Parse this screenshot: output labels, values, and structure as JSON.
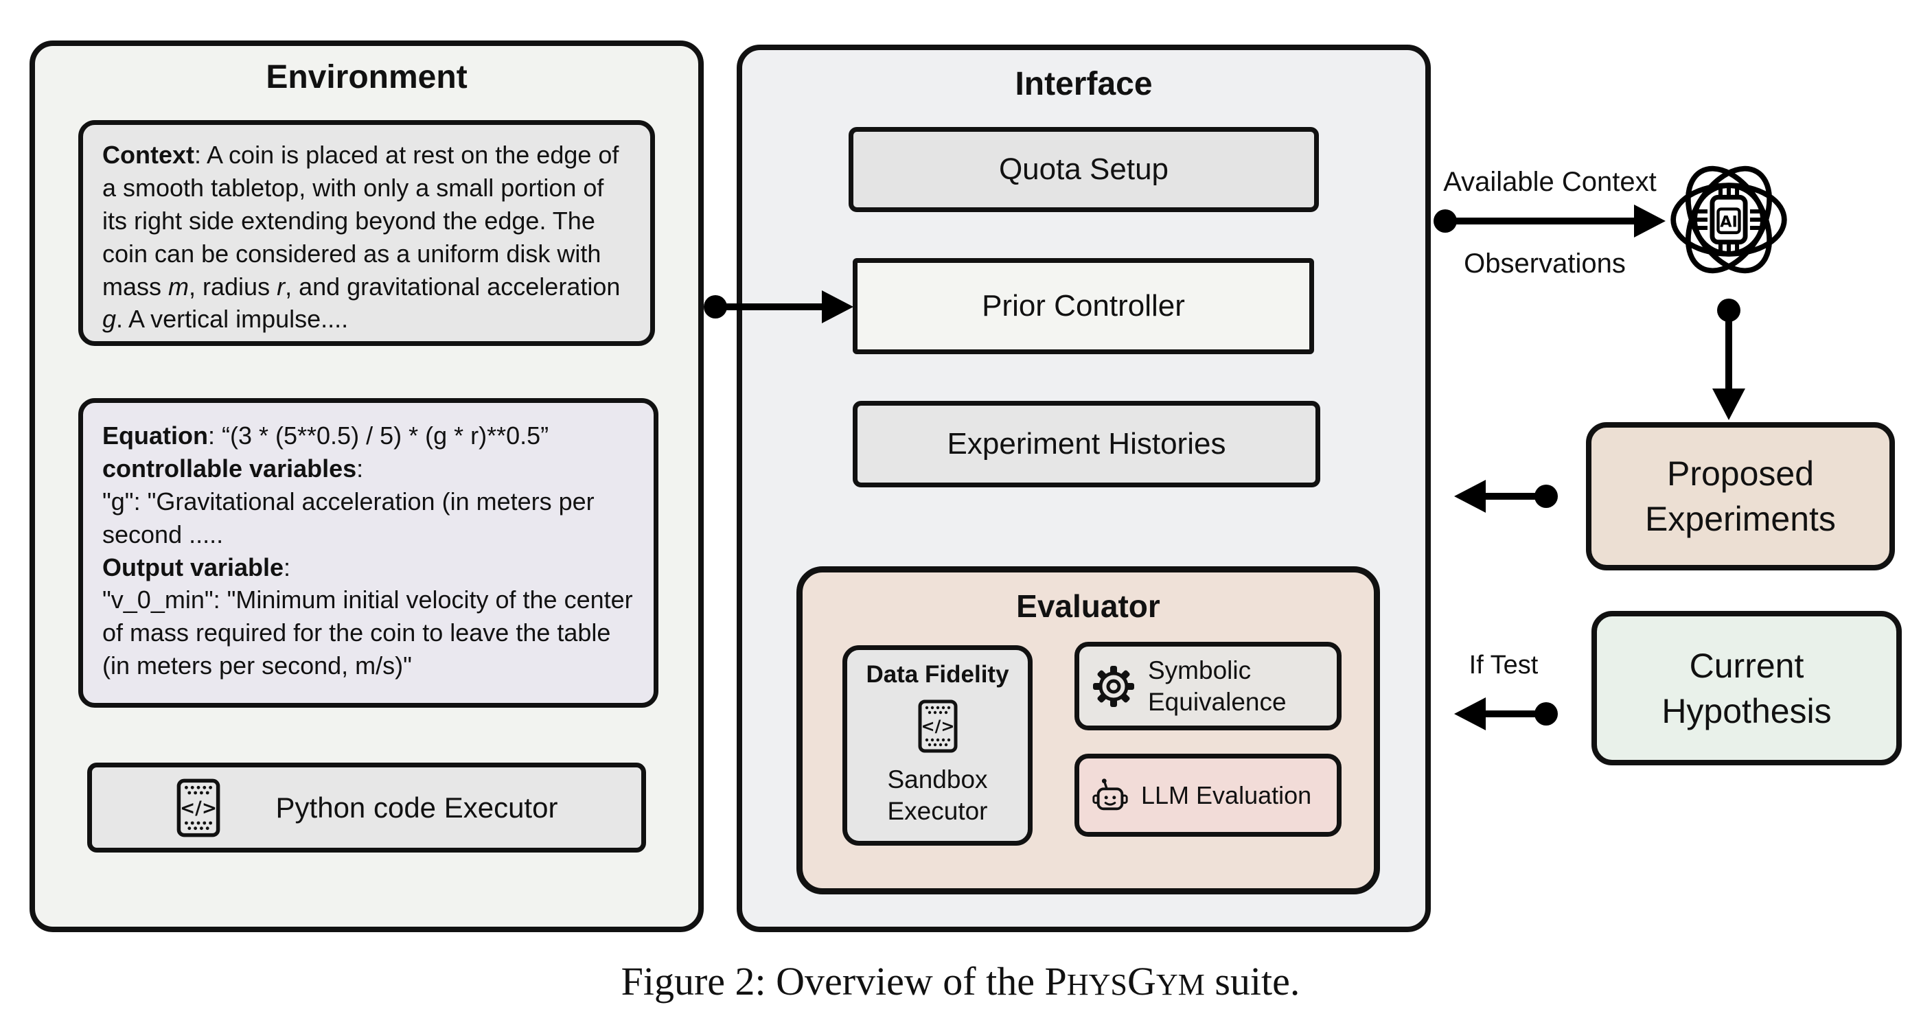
{
  "colors": {
    "canvas_bg": "#ffffff",
    "outline": "#111111",
    "environment_fill": "#f2f3f0",
    "interface_fill": "#eff0f2",
    "context_fill": "#e7e7e7",
    "equation_fill": "#eae8ef",
    "grey_box_fill": "#e4e4e4",
    "prior_controller_fill": "#f4f5f2",
    "evaluator_fill": "#efe1d8",
    "llm_evaluation_fill": "#f2dcd8",
    "proposed_experiments_fill": "#ecdfd3",
    "current_hypothesis_fill": "#e9f1ea"
  },
  "environment": {
    "title": "Environment",
    "context": {
      "segments": [
        {
          "t": "Context",
          "b": true
        },
        {
          "t": ": A coin is placed at rest on the edge of a smooth tabletop, with only a small portion of its right side extending beyond the edge. The coin can be considered as a uniform disk with mass "
        },
        {
          "t": "m",
          "i": true
        },
        {
          "t": ", radius "
        },
        {
          "t": "r",
          "i": true
        },
        {
          "t": ", and gravitational acceleration "
        },
        {
          "t": "g",
          "i": true
        },
        {
          "t": ". A vertical impulse...."
        }
      ]
    },
    "equation": {
      "paragraphs": [
        {
          "segments": [
            {
              "t": "Equation",
              "b": true
            },
            {
              "t": ": “(3 * (5**0.5) / 5) * (g * r)**0.5”"
            }
          ]
        },
        {
          "segments": [
            {
              "t": "controllable variables",
              "b": true
            },
            {
              "t": ":"
            }
          ]
        },
        {
          "segments": [
            {
              "t": "\"g\": \"Gravitational acceleration (in meters per second ....."
            }
          ]
        },
        {
          "segments": [
            {
              "t": "Output variable",
              "b": true
            },
            {
              "t": ":"
            }
          ]
        },
        {
          "segments": [
            {
              "t": "\"v_0_min\": \"Minimum initial velocity of the center of mass required for the coin to leave the table (in meters per second, m/s)\""
            }
          ]
        }
      ]
    },
    "executor": {
      "label": "Python code Executor",
      "icon": "code-icon"
    }
  },
  "interface": {
    "title": "Interface",
    "quota_setup": "Quota Setup",
    "prior_controller": "Prior Controller",
    "experiment_histories": "Experiment Histories",
    "evaluator": {
      "title": "Evaluator",
      "data_fidelity": {
        "title": "Data Fidelity",
        "icon": "code-icon",
        "subtitle": "Sandbox Executor"
      },
      "symbolic_equivalence": {
        "icon": "gear-icon",
        "label": "Symbolic Equivalence"
      },
      "llm_evaluation": {
        "icon": "robot-icon",
        "label": "LLM Evaluation"
      }
    }
  },
  "flow": {
    "available_context": "Available Context",
    "observations": "Observations",
    "if_test": "If Test",
    "agent_icon": "ai-chip-atom-icon",
    "agent_chip_text": "AI",
    "proposed_experiments": "Proposed Experiments",
    "current_hypothesis": "Current Hypothesis"
  },
  "caption": {
    "segments": [
      {
        "t": "Figure 2: Overview of the "
      },
      {
        "t": "P"
      },
      {
        "t": "HYS",
        "sc": true
      },
      {
        "t": "G"
      },
      {
        "t": "YM",
        "sc": true
      },
      {
        "t": " suite."
      }
    ]
  }
}
